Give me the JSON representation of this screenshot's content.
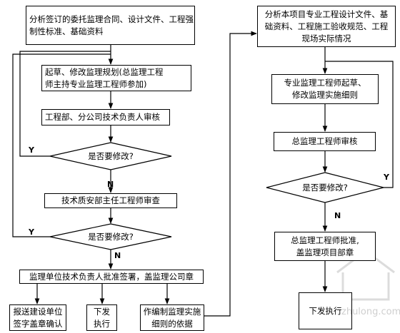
{
  "left": {
    "b1": [
      "分析签订的委托监理合同、设计文件、工程强",
      "制性标准、基础资料"
    ],
    "b2": [
      "起草、修改监理规划(总监理工程",
      "师主持专业监理工程师参加)"
    ],
    "b3": "工程部、分公司技术负责人审核",
    "d1": "是否要修改?",
    "b4": "技术质安部主任工程师审查",
    "d2": "是否要修改?",
    "b5": "监理单位技术负责人批准签署，盖监理公司章",
    "out1": [
      "报送建设单位",
      "签字盖章确认"
    ],
    "out2": [
      "下发",
      "执行"
    ],
    "out3": [
      "作编制监理实施",
      "细则的依据"
    ]
  },
  "right": {
    "b1": [
      "分析本项目专业工程设计文件、基",
      "础资料、工程施工验收规范、工程",
      "现场实际情况"
    ],
    "b2": [
      "专业监理工程师起草、",
      "修改监理实施细则"
    ],
    "b3": "总监理工程师审核",
    "d1": "是否要修改?",
    "b4": [
      "总监理工程师批准,",
      "盖监理项目部章"
    ],
    "b5": "下发执行"
  },
  "labels": {
    "yes": "Y",
    "no": "N"
  },
  "watermark": "zhulong.com"
}
